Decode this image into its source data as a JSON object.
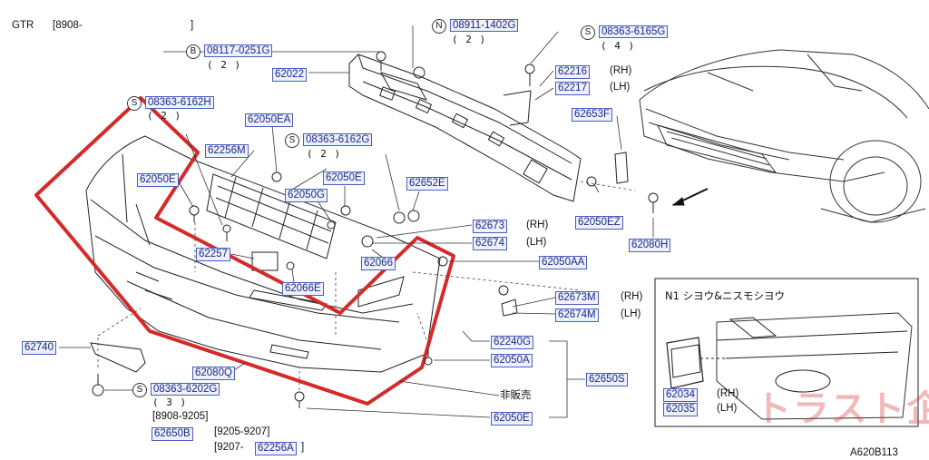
{
  "header": {
    "model": "GTR",
    "range_open": "[8908-",
    "range_close": "]"
  },
  "footer_code": "A620B113",
  "inset": {
    "title": "N1 シヨウ&ニスモシヨウ"
  },
  "watermark": "トラスト企画",
  "colors": {
    "part_border": "#4a5fc0",
    "part_fill": "#eef0fb",
    "highlight_outline": "#d42a2a"
  },
  "labels": {
    "b_code": "08117-0251G",
    "b_qty": "( 2 )",
    "b_symbol": "B",
    "n_code": "08911-1402G",
    "n_qty": "( 2 )",
    "n_symbol": "N",
    "s1_code": "08363-6165G",
    "s1_qty": "( 4 )",
    "s1_symbol": "S",
    "s2_code": "08363-6162H",
    "s2_qty": "( 2 )",
    "s2_symbol": "S",
    "s3_code": "08363-6162G",
    "s3_qty": "( 2 )",
    "s3_symbol": "S",
    "s4_code": "08363-6202G",
    "s4_qty": "( 3 )",
    "s4_symbol": "S",
    "p62022": "62022",
    "p62216": "62216",
    "p62216_side": "(RH)",
    "p62217": "62217",
    "p62217_side": "(LH)",
    "p62653F": "62653F",
    "p62050EA": "62050EA",
    "p62256M": "62256M",
    "p62050E_a": "62050E",
    "p62050E_b": "62050E",
    "p62050G": "62050G",
    "p62652E": "62652E",
    "p62673": "62673",
    "p62673_side": "(RH)",
    "p62674": "62674",
    "p62674_side": "(LH)",
    "p62050EZ": "62050EZ",
    "p62080H": "62080H",
    "p62257": "62257",
    "p62066": "62066",
    "p62050AA": "62050AA",
    "p62066E": "62066E",
    "p62673M": "62673M",
    "p62673M_side": "(RH)",
    "p62674M": "62674M",
    "p62674M_side": "(LH)",
    "p62740": "62740",
    "p62240G": "62240G",
    "p62050A": "62050A",
    "p62650S": "62650S",
    "p62080Q": "62080Q",
    "not_sold": "非販売",
    "p62050E_c": "62050E",
    "p62034": "62034",
    "p62034_side": "(RH)",
    "p62035": "62035",
    "p62035_side": "(LH)",
    "range_a": "[8908-9205]",
    "range_b": "[9205-9207]",
    "p62650B": "62650B",
    "range_c_open": "[9207-",
    "p62256A": "62256A",
    "range_c_close": "]"
  }
}
